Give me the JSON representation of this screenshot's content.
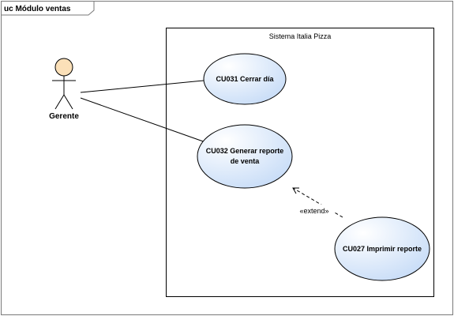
{
  "frame": {
    "title": "uc Módulo ventas"
  },
  "system": {
    "name": "Sistema Italia Pizza"
  },
  "actors": [
    {
      "name": "Gerente"
    }
  ],
  "use_cases": [
    {
      "id": "CU031",
      "lines": [
        "CU031 Cerrar día"
      ]
    },
    {
      "id": "CU032",
      "lines": [
        "CU032 Generar reporte",
        "de venta"
      ]
    },
    {
      "id": "CU027",
      "lines": [
        "CU027 Imprimir reporte"
      ]
    }
  ],
  "relations": [
    {
      "type": "association",
      "from": "Gerente",
      "to": "CU031"
    },
    {
      "type": "association",
      "from": "Gerente",
      "to": "CU032"
    },
    {
      "type": "extend",
      "from": "CU027",
      "to": "CU032",
      "label": "«extend»"
    }
  ],
  "colors": {
    "actor_head": "#fbe0b8",
    "usecase_fill_light": "#ffffff",
    "usecase_fill_dark": "#c7dcf7",
    "line": "#000000"
  }
}
